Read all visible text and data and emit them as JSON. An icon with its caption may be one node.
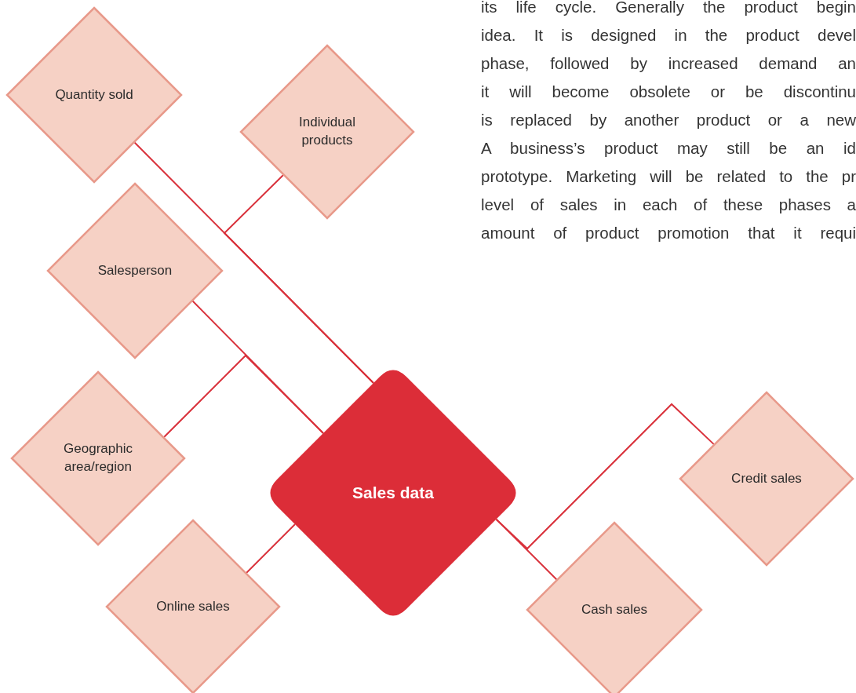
{
  "diagram": {
    "nodes": [
      {
        "text": [
          "Quantity sold"
        ]
      },
      {
        "text": [
          "Individual products"
        ]
      },
      {
        "text": [
          "Salesperson"
        ]
      },
      {
        "text": [
          "Geographic area/region"
        ]
      },
      {
        "text": [
          "Sales data"
        ]
      },
      {
        "text": [
          "Credit sales"
        ]
      },
      {
        "text": [
          "Online sales"
        ]
      },
      {
        "text": [
          "Cash sales"
        ]
      }
    ],
    "edges": [
      {
        "from": 0,
        "to": 4,
        "arrow": "none"
      },
      {
        "from": 1,
        "to": 4,
        "arrow": "none"
      },
      {
        "from": 2,
        "to": 4,
        "arrow": "none"
      },
      {
        "from": 3,
        "to": 4,
        "arrow": "none"
      },
      {
        "from": 6,
        "to": 4,
        "arrow": "none"
      },
      {
        "from": 5,
        "to": 4,
        "arrow": "none"
      },
      {
        "from": 7,
        "to": 4,
        "arrow": "none"
      }
    ],
    "labels": [
      "its life cycle. Generally the product begin",
      "idea. It is designed in the product devel",
      "phase, followed by increased demand an",
      "it will become obsolete or be discontinu",
      "is replaced by another product or a new",
      "A business’s product may still be an id",
      "prototype. Marketing will be related to the pr",
      "level of sales in each of these phases a",
      "amount of product promotion that it requi"
    ]
  }
}
